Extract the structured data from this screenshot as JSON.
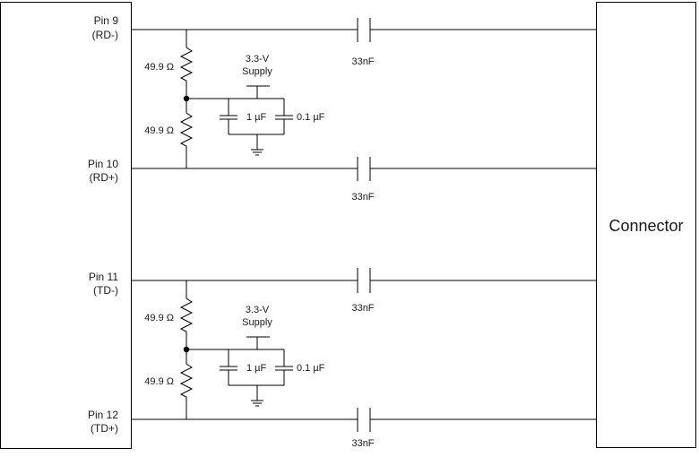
{
  "connector": {
    "label": "Connector"
  },
  "pins": [
    {
      "number": "Pin 9",
      "signal": "(RD-)"
    },
    {
      "number": "Pin 10",
      "signal": "(RD+)"
    },
    {
      "number": "Pin 11",
      "signal": "(TD-)"
    },
    {
      "number": "Pin 12",
      "signal": "(TD+)"
    }
  ],
  "coupling_capacitor_value": "33nF",
  "termination_circuits": [
    {
      "pair": "RD",
      "upper_resistor": "49.9 Ω",
      "lower_resistor": "49.9 Ω",
      "supply_label_line1": "3.3-V",
      "supply_label_line2": "Supply",
      "bypass_cap_1": "1 µF",
      "bypass_cap_2": "0.1 µF"
    },
    {
      "pair": "TD",
      "upper_resistor": "49.9 Ω",
      "lower_resistor": "49.9 Ω",
      "supply_label_line1": "3.3-V",
      "supply_label_line2": "Supply",
      "bypass_cap_1": "1 µF",
      "bypass_cap_2": "0.1 µF"
    }
  ]
}
